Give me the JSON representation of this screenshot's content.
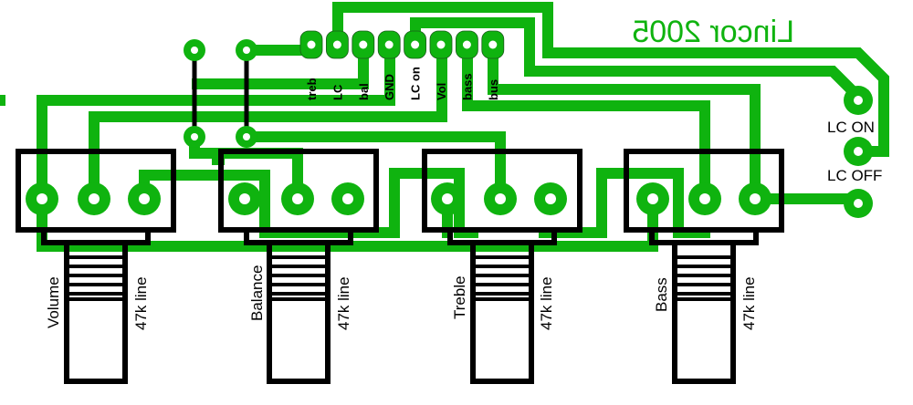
{
  "board": {
    "brand_text": "Lincor 2005",
    "trace_color": "#0fb30f",
    "outline_color": "#000000",
    "background": "#ffffff"
  },
  "header": {
    "pins": [
      "treb",
      "LC",
      "bal",
      "GND",
      "LC on",
      "Vol",
      "bass",
      "bus"
    ]
  },
  "switch_pads": {
    "lc_on": "LC ON",
    "lc_off": "LC OFF"
  },
  "pots": [
    {
      "name": "Volume",
      "value": "47k line"
    },
    {
      "name": "Balance",
      "value": "47k line"
    },
    {
      "name": "Treble",
      "value": "47k line"
    },
    {
      "name": "Bass",
      "value": "47k line"
    }
  ]
}
